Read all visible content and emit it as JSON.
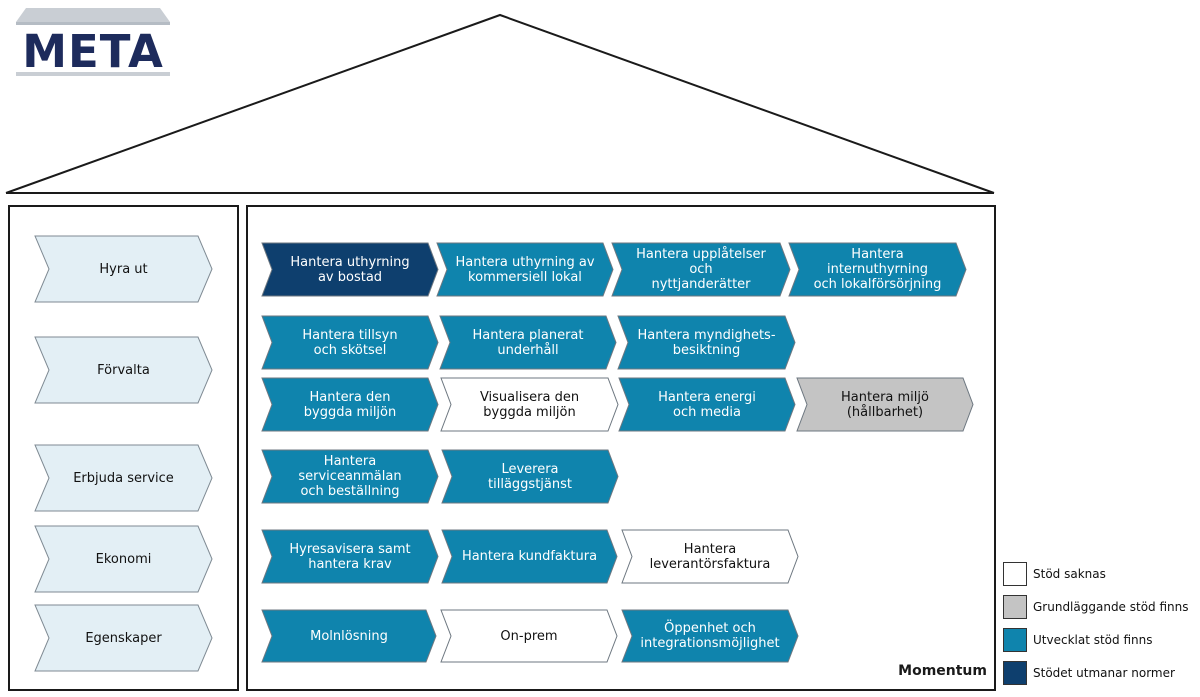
{
  "logo": {
    "text": "META"
  },
  "colors": {
    "dark": "#0e3f6e",
    "blue": "#0f84ad",
    "grey": "#c4c4c4",
    "white": "#ffffff",
    "pale": "#e3eff5"
  },
  "categories": [
    {
      "label": "Hyra ut"
    },
    {
      "label": "Förvalta"
    },
    {
      "label": "Erbjuda service"
    },
    {
      "label": "Ekonomi"
    },
    {
      "label": "Egenskaper"
    }
  ],
  "capabilities": [
    {
      "label": "Hantera uthyrning\nav bostad",
      "status": "dark"
    },
    {
      "label": "Hantera uthyrning av\nkommersiell lokal",
      "status": "blue"
    },
    {
      "label": "Hantera upplåtelser och\nnyttjanderätter",
      "status": "blue"
    },
    {
      "label": "Hantera internuthyrning\noch lokalförsörjning",
      "status": "blue"
    },
    {
      "label": "Hantera tillsyn\noch skötsel",
      "status": "blue"
    },
    {
      "label": "Hantera planerat\nunderhåll",
      "status": "blue"
    },
    {
      "label": "Hantera myndighets-\nbesiktning",
      "status": "blue"
    },
    {
      "label": "Hantera den\nbyggda miljön",
      "status": "blue"
    },
    {
      "label": "Visualisera den\nbyggda miljön",
      "status": "white"
    },
    {
      "label": "Hantera energi\noch media",
      "status": "blue"
    },
    {
      "label": "Hantera miljö\n(hållbarhet)",
      "status": "grey"
    },
    {
      "label": "Hantera serviceanmälan\noch beställning",
      "status": "blue"
    },
    {
      "label": "Leverera\ntilläggstjänst",
      "status": "blue"
    },
    {
      "label": "Hyresavisera samt\nhantera krav",
      "status": "blue"
    },
    {
      "label": "Hantera kundfaktura",
      "status": "blue"
    },
    {
      "label": "Hantera\nleverantörsfaktura",
      "status": "white"
    },
    {
      "label": "Molnlösning",
      "status": "blue"
    },
    {
      "label": "On-prem",
      "status": "white"
    },
    {
      "label": "Öppenhet och\nintegrationsmöjlighet",
      "status": "blue"
    }
  ],
  "product_label": "Momentum",
  "legend": [
    {
      "label": "Stöd saknas",
      "status": "white"
    },
    {
      "label": "Grundläggande stöd finns",
      "status": "grey"
    },
    {
      "label": "Utvecklat stöd finns",
      "status": "blue"
    },
    {
      "label": "Stödet utmanar normer",
      "status": "dark"
    }
  ]
}
